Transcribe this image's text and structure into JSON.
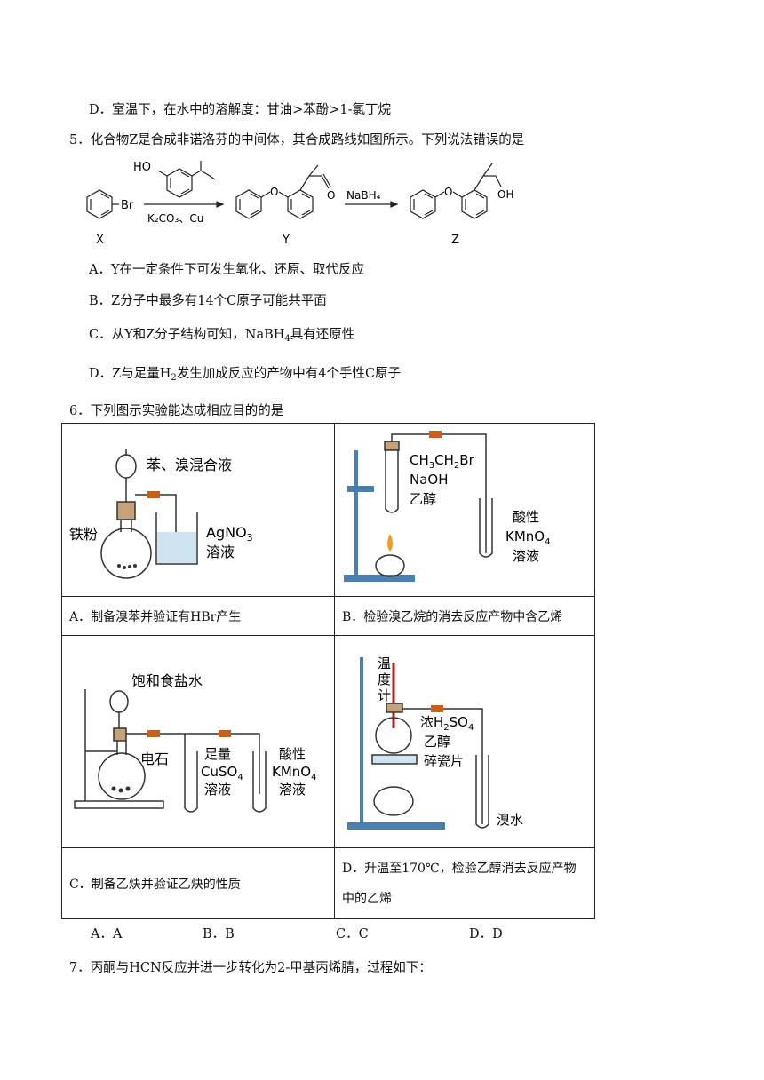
{
  "line_d_prev": "D．室温下，在水中的溶解度：甘油>苯酚>1-氯丁烷",
  "q5": {
    "stem": "5．化合物Z是合成非诺洛芬的中间体，其合成路线如图所示。下列说法错误的是",
    "scheme": {
      "x_label": "X",
      "y_label": "Y",
      "z_label": "Z",
      "br": "Br",
      "ho": "HO",
      "o": "O",
      "oh": "OH",
      "reagent1": "K₂CO₃、Cu",
      "reagent2": "NaBH₄"
    },
    "A": "A．Y在一定条件下可发生氧化、还原、取代反应",
    "B": "B．Z分子中最多有14个C原子可能共平面",
    "C_pre": "C．从Y和Z分子结构可知，",
    "C_chem": "NaBH",
    "C_sub": "4",
    "C_post": "具有还原性",
    "D_pre": "D．Z与足量",
    "D_chem": "H",
    "D_sub": "2",
    "D_post": "发生加成反应的产物中有4个手性C原子"
  },
  "q6": {
    "stem": "6．下列图示实验能达成相应目的的是",
    "capA": "A．制备溴苯并验证有HBr产生",
    "capB": "B．检验溴乙烷的消去反应产物中含乙烯",
    "capC": "C．制备乙炔并验证乙炔的性质",
    "capD1": "D．升温至170℃，检验乙醇消去反应产物",
    "capD2": "中的乙烯",
    "figA": {
      "funnel": "苯、溴混合液",
      "flask": "铁粉",
      "agno3": "AgNO",
      "agno3_sub": "3",
      "sol": "溶液"
    },
    "figB": {
      "l1": "CH",
      "l1b": "CH",
      "l1c": "Br",
      "naoh": "NaOH",
      "etoh": "乙醇",
      "acid": "酸性",
      "kmno": "KMnO",
      "sub4": "4",
      "sol": "溶液",
      "sub3": "3",
      "sub2": "2"
    },
    "figC": {
      "funnel": "饱和食盐水",
      "carbide": "电石",
      "zl": "足量",
      "cuso": "CuSO",
      "sol": "溶液",
      "acid": "酸性",
      "kmno": "KMnO",
      "sub4": "4"
    },
    "figD": {
      "t1": "温",
      "t2": "度",
      "t3": "计",
      "h2so": "浓H",
      "h2so_b": "SO",
      "sub2": "2",
      "sub4": "4",
      "etoh": "乙醇",
      "chips": "碎瓷片",
      "brw": "溴水"
    },
    "choices": [
      "A．A",
      "B．B",
      "C．C",
      "D．D"
    ]
  },
  "q7": {
    "stem": "7．丙酮与HCN反应并进一步转化为2-甲基丙烯腈，过程如下："
  }
}
